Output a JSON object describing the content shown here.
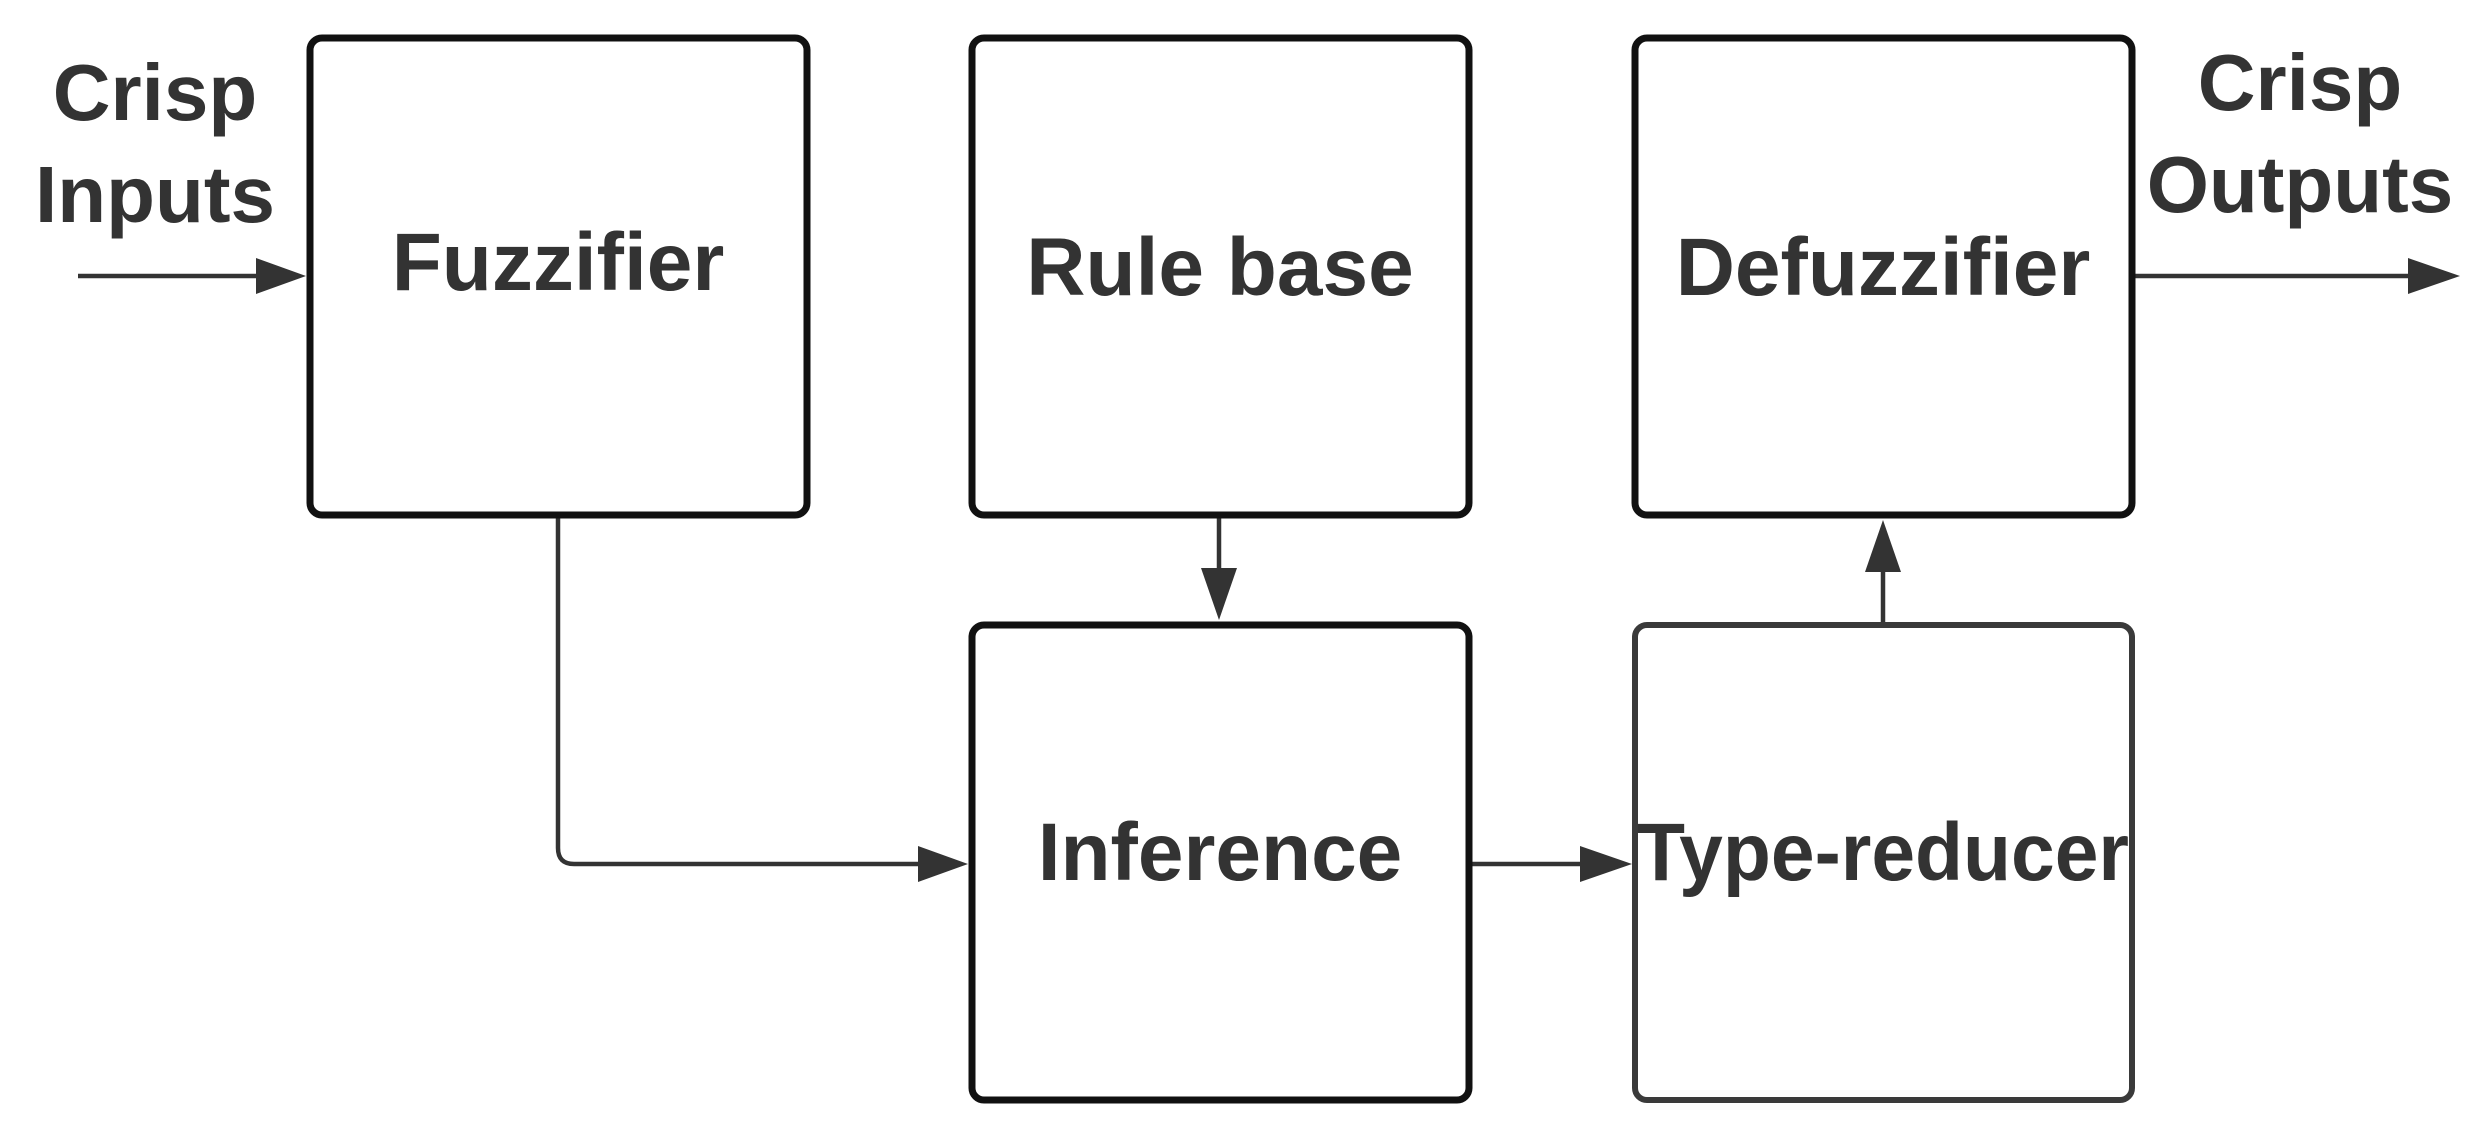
{
  "inputs": {
    "line1": "Crisp",
    "line2": "Inputs"
  },
  "outputs": {
    "line1": "Crisp",
    "line2": "Outputs"
  },
  "blocks": {
    "fuzzifier": "Fuzzifier",
    "rule_base": "Rule base",
    "defuzzifier": "Defuzzifier",
    "inference": "Inference",
    "type_reducer": "Type-reducer"
  },
  "colors": {
    "box_border": "#111111",
    "type_reducer_border": "#3a3a3a",
    "connector": "#333333",
    "text": "#333333",
    "background": "#ffffff"
  }
}
